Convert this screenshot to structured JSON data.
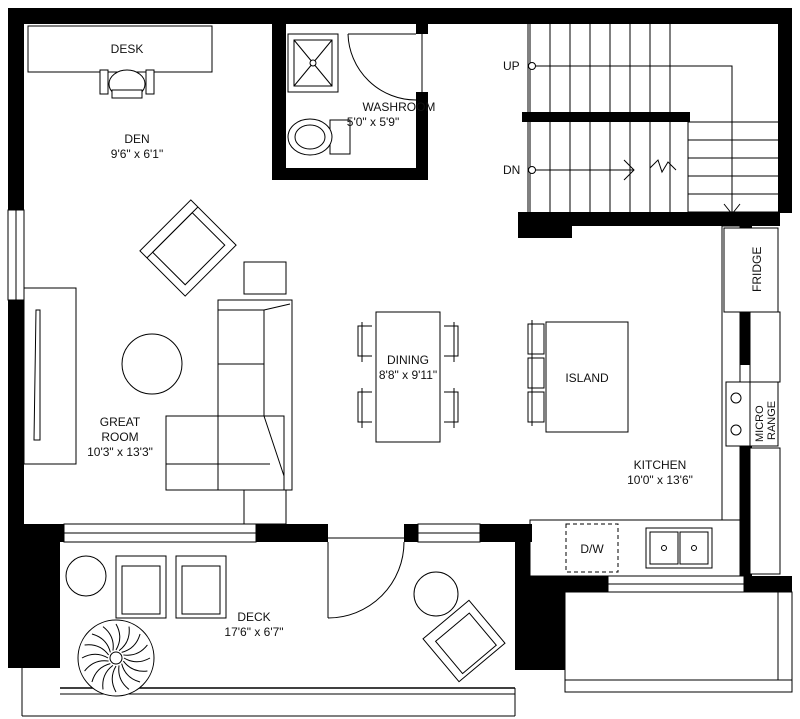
{
  "rooms": {
    "den": {
      "name": "DEN",
      "size": "9'6\" x 6'1\""
    },
    "washroom": {
      "name": "WASHROOM",
      "size": "5'0\" x 5'9\""
    },
    "great_room": {
      "name_line1": "GREAT",
      "name_line2": "ROOM",
      "size": "10'3\" x 13'3\""
    },
    "dining": {
      "name": "DINING",
      "size": "8'8\" x 9'11\""
    },
    "kitchen": {
      "name": "KITCHEN",
      "size": "10'0\" x 13'6\""
    },
    "deck": {
      "name": "DECK",
      "size": "17'6\" x 6'7\""
    }
  },
  "fixtures": {
    "desk": "DESK",
    "island": "ISLAND",
    "fridge": "FRIDGE",
    "micro_line1": "MICRO",
    "micro_line2": "RANGE",
    "dishwasher": "D/W"
  },
  "stairs": {
    "up": "UP",
    "down": "DN"
  },
  "colors": {
    "wall": "#000000",
    "background": "#ffffff"
  }
}
